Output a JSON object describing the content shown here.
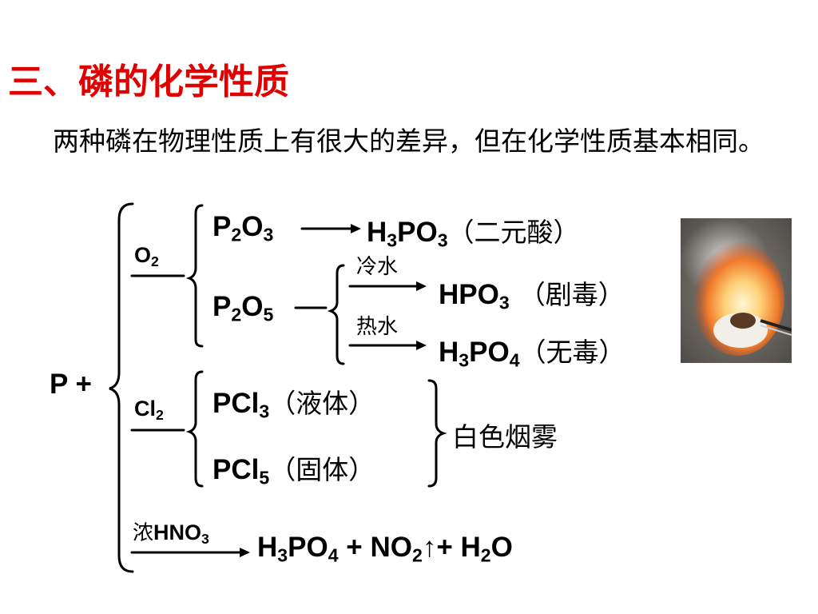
{
  "slide": {
    "title": "三、磷的化学性质",
    "intro": "两种磷在物理性质上有很大的差异，但在化学性质基本相同。"
  },
  "reactant": {
    "element": "P",
    "plus": "+"
  },
  "o2_branch": {
    "reagent": {
      "base": "O",
      "sub": "2"
    },
    "p2o3": {
      "p": "P",
      "p_sub": "2",
      "o": "O",
      "o_sub": "3"
    },
    "h3po3": {
      "h": "H",
      "h_sub": "3",
      "rest": "PO",
      "rest_sub": "3",
      "note": "（二元酸）"
    },
    "p2o5": {
      "p": "P",
      "p_sub": "2",
      "o": "O",
      "o_sub": "5"
    },
    "cold_water_label": "冷水",
    "hot_water_label": "热水",
    "hpo3": {
      "base": "HPO",
      "sub": "3",
      "note": "（剧毒）"
    },
    "h3po4": {
      "h": "H",
      "h_sub": "3",
      "rest": "PO",
      "rest_sub": "4",
      "note": "（无毒）"
    }
  },
  "cl2_branch": {
    "reagent": {
      "base": "Cl",
      "sub": "2"
    },
    "pcl3": {
      "base": "PCl",
      "sub": "3",
      "note": "（液体）"
    },
    "pcl5": {
      "base": "PCl",
      "sub": "5",
      "note": "（固体）"
    },
    "result": "白色烟雾"
  },
  "hno3_branch": {
    "reagent": {
      "prefix": "浓",
      "base": "HNO",
      "sub": "3"
    },
    "products": {
      "h": "H",
      "h_sub": "3",
      "po": "PO",
      "po_sub": "4",
      "plus1": "+",
      "no": "NO",
      "no_sub": "2",
      "arrow": "↑",
      "plus2": "+",
      "h2": "H",
      "h2_sub": "2",
      "o": "O"
    }
  },
  "colors": {
    "title": "#e00000",
    "text": "#000000"
  }
}
